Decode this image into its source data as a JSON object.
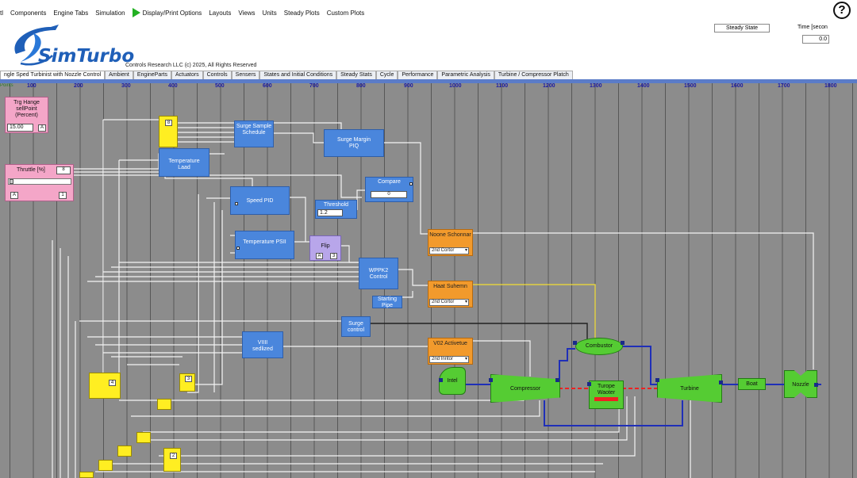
{
  "menu": [
    "tl",
    "Components",
    "Engine Tabs",
    "Simulation",
    "Display/Print Options",
    "Layouts",
    "Views",
    "Units",
    "Steady Plots",
    "Custom Plots"
  ],
  "help_glyph": "?",
  "logo": {
    "text": "SimTurbo",
    "color": "#1f5fb8"
  },
  "copyright": "Controls Research LLC     (c) 2025,   All Rights Reserved",
  "status": {
    "mode": "Steady State",
    "time_label": "Time [secon",
    "time_value": "0.0"
  },
  "tabs": [
    "ngle Sped Turbinist with Nozzle Control",
    "Ambient",
    "EngineParts",
    "Actuators",
    "Controls",
    "Sensers",
    "States and Initial Conditions",
    "Steady Stats",
    "Cycle",
    "Performance",
    "Parametric Analysis",
    "Turbine / Compressor Platch"
  ],
  "ruler": {
    "corner": "Points",
    "ticks": [
      "100",
      "200",
      "300",
      "400",
      "500",
      "600",
      "700",
      "800",
      "900",
      "1000",
      "1100",
      "1200",
      "1300",
      "1400",
      "1500",
      "1600",
      "1700",
      "1800"
    ]
  },
  "colors": {
    "control_block": "#4a86dc",
    "actuator_block": "#f29a2c",
    "input_block": "#f4a6c8",
    "engine_part": "#55cc33",
    "canvas": "#8c8c8c",
    "accent": "#5b7cc8"
  },
  "blocks": {
    "trg_range": {
      "title": "Trg Hange sellPoint (Percent)",
      "value": "15.00",
      "btn": "A"
    },
    "throttle": {
      "title": "Thruttle [%]",
      "value": "8",
      "btn_a": "A",
      "btn_b": "1"
    },
    "surge_schedule": {
      "title": "Surge Sample Schedule"
    },
    "surge_margin": {
      "title": "Surge Margin PIQ"
    },
    "temp_load": {
      "title": "Temperature Laad"
    },
    "compare": {
      "title": "Compare",
      "value": "0"
    },
    "speed_pid": {
      "title": "Speed PID"
    },
    "threshold": {
      "title": "Threshold",
      "value": "1.2"
    },
    "temp_pid": {
      "title": "Temperature PSII"
    },
    "flip": {
      "title": "Flip",
      "btn_a": "A",
      "btn_b": "3"
    },
    "wppk": {
      "title": "WPPK2 Control"
    },
    "starting": {
      "title": "Starting Pipe"
    },
    "surge_control": {
      "title": "Surge control"
    },
    "vanes": {
      "title": "VIIII sedlized"
    },
    "nozzle_sched": {
      "title": "Noone Schonnar",
      "select": "2nd Cortor"
    },
    "heat_sched": {
      "title": "Haat Suhemn",
      "select": "2nd Cortor"
    },
    "v02": {
      "title": "V02 Activetue",
      "select": "2nd Inritor"
    },
    "inlet": {
      "title": "Intel"
    },
    "compressor": {
      "title": "Compressor"
    },
    "combustor": {
      "title": "Combustor"
    },
    "torque": {
      "title": "Turope Waoter"
    },
    "turbine": {
      "title": "Turbine"
    },
    "boat": {
      "title": "Boat"
    },
    "nozzle": {
      "title": "Nozzle"
    }
  },
  "mux": [
    "8",
    "4",
    "3",
    "2"
  ]
}
